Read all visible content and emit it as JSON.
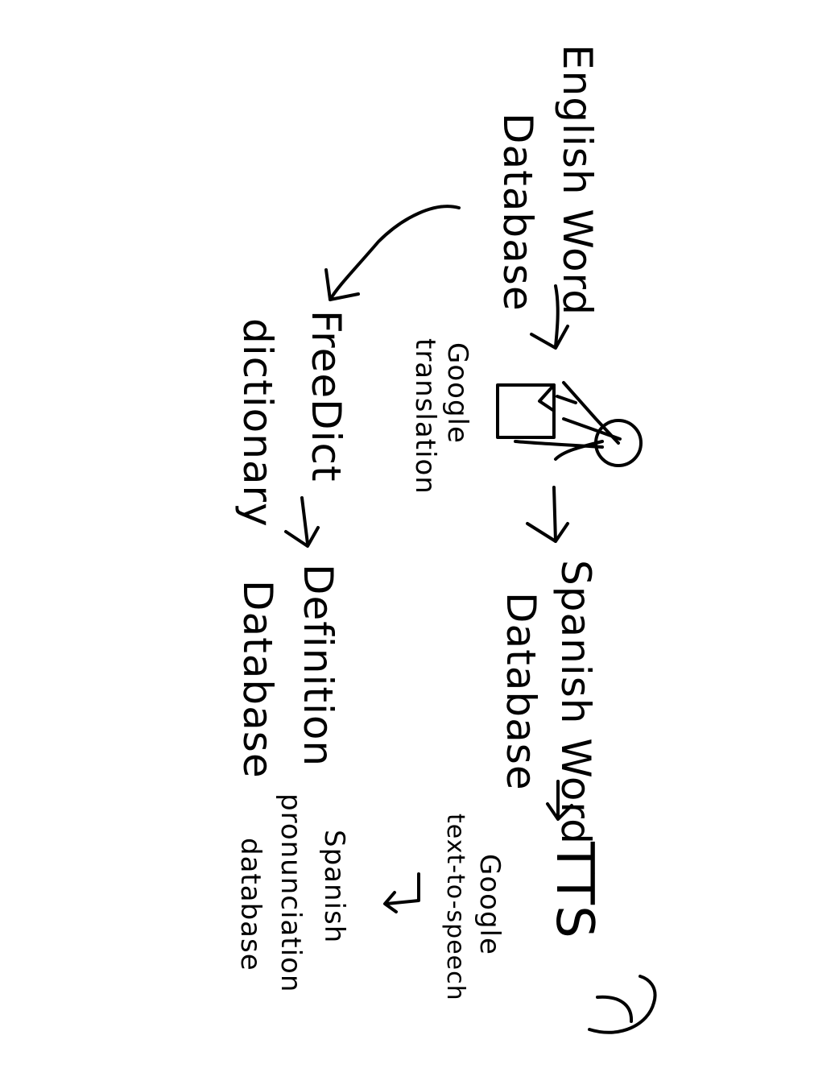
{
  "nodes": {
    "english_db": {
      "line1": "English Word",
      "line2": "Database"
    },
    "google_translation": {
      "line1": "Google",
      "line2": "translation"
    },
    "spanish_db": {
      "line1": "Spanish Word",
      "line2": "Database"
    },
    "tts": {
      "label": "TTS"
    },
    "google_tts": {
      "line1": "Google",
      "line2": "text-to-speech"
    },
    "spanish_pron_db": {
      "line1": "Spanish",
      "line2": "pronunciation",
      "line3": "database"
    },
    "freedict": {
      "line1": "FreeDict",
      "line2": "dictionary"
    },
    "definition_db": {
      "line1": "Definition",
      "line2": "Database"
    }
  },
  "icons": [
    "document-icon",
    "person-icon",
    "sound-waves-icon"
  ],
  "colors": {
    "ink": "#000000",
    "paper": "#ffffff"
  }
}
